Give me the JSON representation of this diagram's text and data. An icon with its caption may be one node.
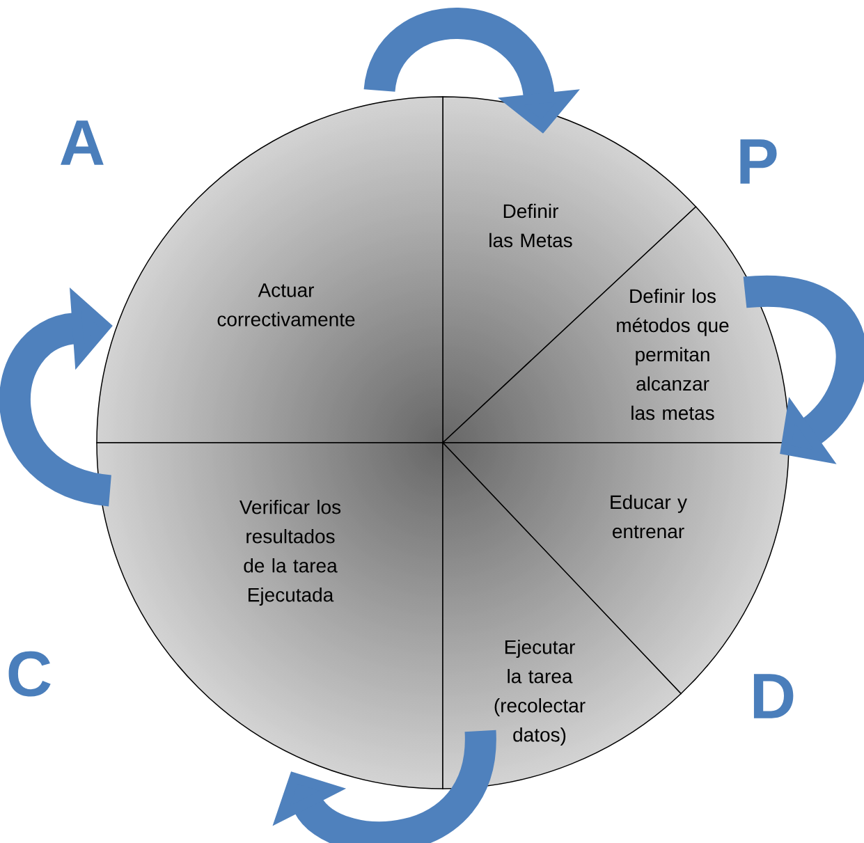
{
  "diagram": {
    "nodes": [
      {
        "text": [
          "Definir las Metas"
        ]
      },
      {
        "text": [
          "Actuar correctivamente"
        ]
      },
      {
        "text": [
          "Definir los métodos que permitan alcanzar las metas"
        ]
      },
      {
        "text": [
          "Educar y entrenar"
        ]
      },
      {
        "text": [
          "Verificar los resultados de la tarea Ejecutada"
        ]
      },
      {
        "text": [
          "Ejecutar la tarea (recolectar datos)"
        ]
      }
    ],
    "edges": [
      {
        "from": 1,
        "to": 0,
        "arrow": "to"
      },
      {
        "from": 2,
        "to": 3,
        "arrow": "to"
      },
      {
        "from": 5,
        "to": 4,
        "arrow": "to"
      },
      {
        "from": 4,
        "to": 1,
        "arrow": "to"
      }
    ],
    "labels": [
      "A",
      "P",
      "C",
      "D"
    ]
  }
}
